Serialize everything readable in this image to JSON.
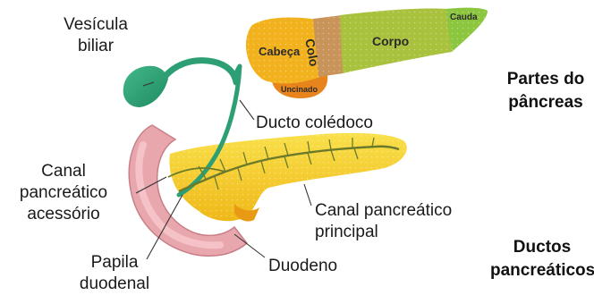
{
  "labels": {
    "gallbladder": [
      "Vesícula",
      "biliar"
    ],
    "common_bile_duct": "Ducto colédoco",
    "accessory_duct": [
      "Canal",
      "pancreático",
      "acessório"
    ],
    "main_duct": [
      "Canal pancreático",
      "principal"
    ],
    "papilla": [
      "Papila",
      "duodenal"
    ],
    "duodenum": "Duodeno"
  },
  "parts": {
    "head": "Cabeça",
    "neck": "Colo",
    "body": "Corpo",
    "tail": "Cauda",
    "uncinate": "Uncinado"
  },
  "sections": {
    "pancreas_parts": [
      "Partes do",
      "pâncreas"
    ],
    "pancreatic_ducts": [
      "Ductos",
      "pancreáticos"
    ]
  },
  "colors": {
    "head": "#f2b21e",
    "neck": "#c9945a",
    "body": "#a9c23e",
    "tail": "#8cc63f",
    "uncinate": "#e8841c",
    "gallbladder": "#2e9f74",
    "duodenum": "#e8a6ad",
    "pancreas": "#f6d21c",
    "duct": "#6b7a2a"
  }
}
